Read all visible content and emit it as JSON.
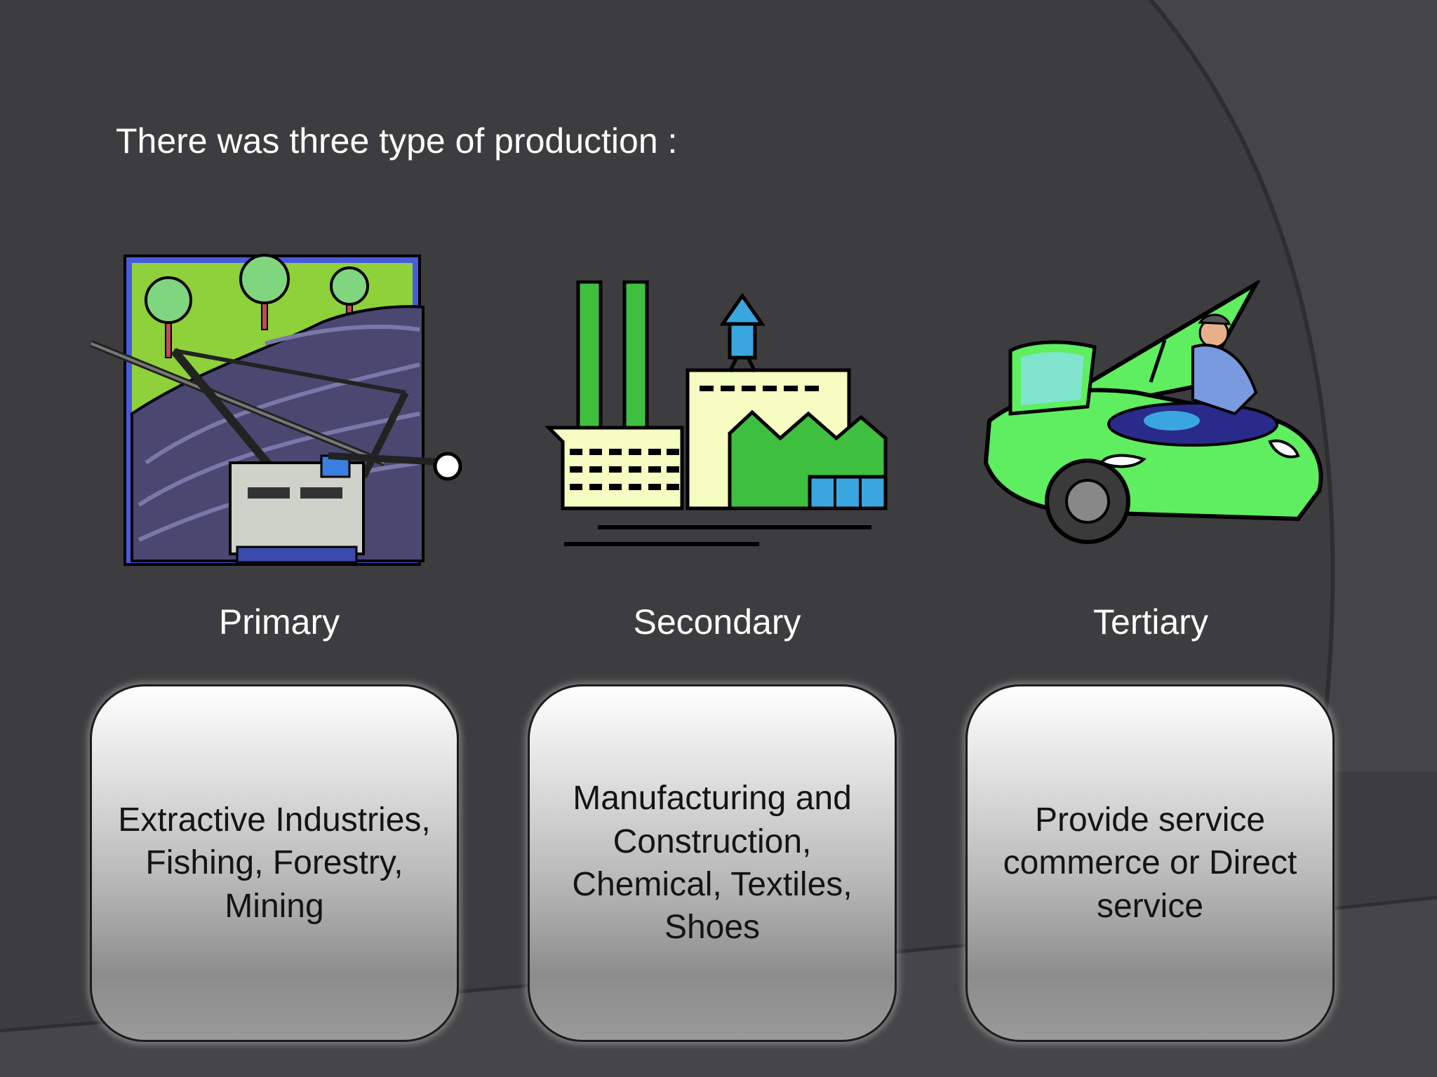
{
  "slide": {
    "title": "There was three type of production :",
    "colors": {
      "background": "#3d3d3f",
      "accent_green": "#3fbf3f",
      "car_green": "#5fee5f",
      "text": "#ffffff"
    },
    "categories": [
      {
        "label": "Primary",
        "description": "Extractive Industries, Fishing, Forestry, Mining",
        "icon": "mining-excavator-icon"
      },
      {
        "label": "Secondary",
        "description": "Manufacturing and Construction, Chemical, Textiles, Shoes",
        "icon": "factory-icon"
      },
      {
        "label": "Tertiary",
        "description": "Provide service commerce or Direct service",
        "icon": "car-mechanic-icon"
      }
    ]
  }
}
